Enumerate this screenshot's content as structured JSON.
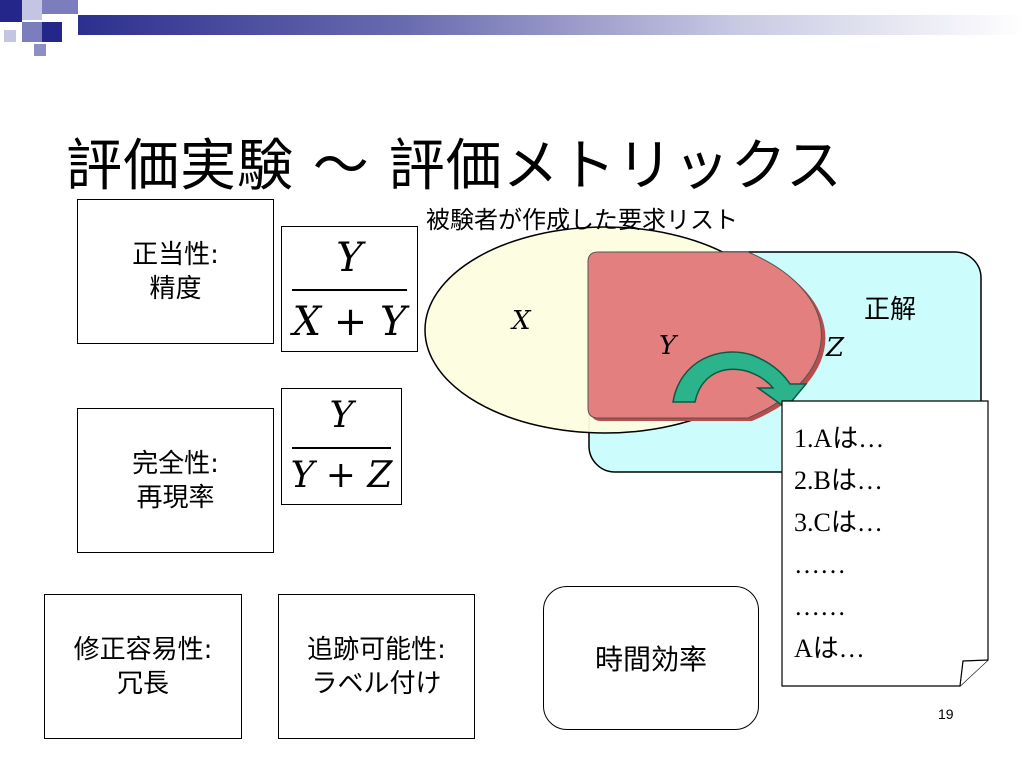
{
  "title": "評価実験 ～ 評価メトリックス",
  "requirement_list_label": "被験者が作成した要求リスト",
  "correct_answer_label": "正解",
  "venn": {
    "x": "X",
    "y": "Y",
    "z": "Z"
  },
  "metrics": {
    "precision": {
      "line1": "正当性:",
      "line2": "精度"
    },
    "completeness": {
      "line1": "完全性:",
      "line2": "再現率"
    },
    "modifiability": {
      "line1": "修正容易性:",
      "line2": "冗長"
    },
    "traceability": {
      "line1": "追跡可能性:",
      "line2": "ラベル付け"
    },
    "time_efficiency": "時間効率"
  },
  "formulas": {
    "precision": {
      "numerator": "Y",
      "denominator": "X + Y"
    },
    "completeness": {
      "numerator": "Y",
      "denominator": "Y + Z"
    }
  },
  "requirement_items": [
    "1.Aは…",
    "2.Bは…",
    "3.Cは…",
    "……",
    "……",
    "Aは…"
  ],
  "page_number": "19",
  "colors": {
    "ellipse_fill": "#fdfde0",
    "answer_fill": "#ccfcfc",
    "overlap_fill": "#e37f7f",
    "arrow_fill": "#2bb38c",
    "header_navy": "#2d2f8f"
  }
}
